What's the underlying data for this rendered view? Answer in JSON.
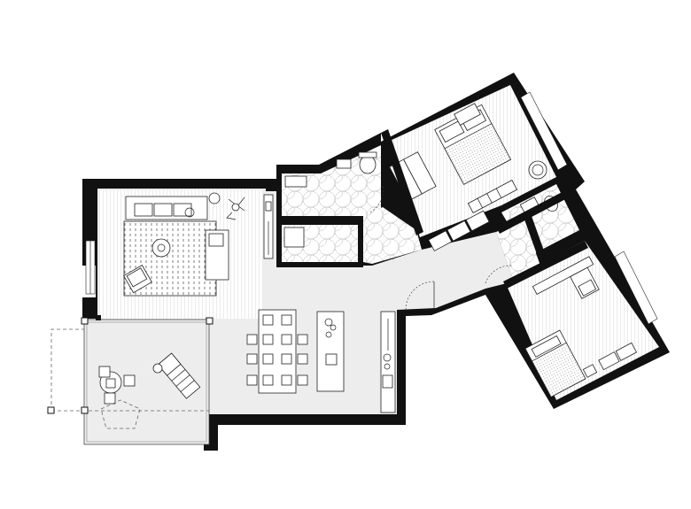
{
  "plan": {
    "colors": {
      "wall": "#111111",
      "floor": "#ededed",
      "background": "#ffffff",
      "line": "#222222"
    },
    "rooms": [
      {
        "id": "living-room",
        "floor": "wood"
      },
      {
        "id": "open-kitchen-dining",
        "floor": "plain"
      },
      {
        "id": "terrace",
        "floor": "plain"
      },
      {
        "id": "bathroom-1",
        "floor": "tile"
      },
      {
        "id": "laundry",
        "floor": "tile"
      },
      {
        "id": "hallway",
        "floor": "tile"
      },
      {
        "id": "bedroom-master",
        "floor": "wood"
      },
      {
        "id": "bathroom-2",
        "floor": "tile"
      },
      {
        "id": "bedroom-2",
        "floor": "wood"
      }
    ],
    "icons": [
      "sofa-icon",
      "rug-icon",
      "armchair-icon",
      "plant-icon",
      "dining-table-icon",
      "kitchen-island-icon",
      "double-bed-icon",
      "single-bed-icon",
      "lounger-icon",
      "toilet-icon",
      "washbasin-icon",
      "shower-icon",
      "washing-machine-icon",
      "desk-icon",
      "door-swing-icon"
    ]
  }
}
